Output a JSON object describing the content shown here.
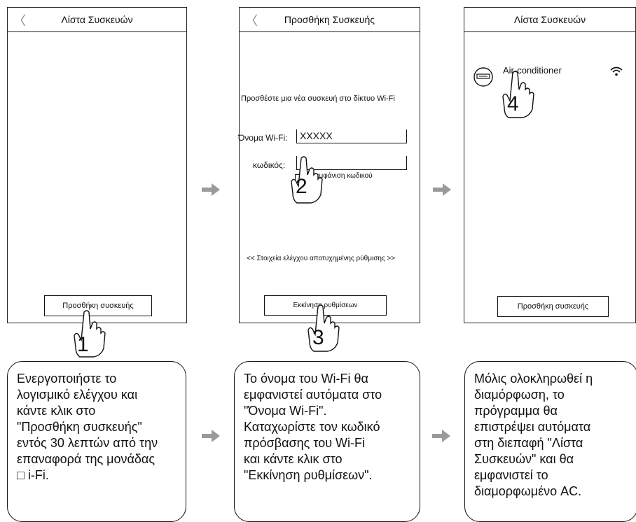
{
  "screen1": {
    "back_glyph": "〈",
    "title": "Λίστα Συσκευών",
    "add_button": "Προσθήκη συσκευής",
    "step": "1"
  },
  "screen2": {
    "back_glyph": "〈",
    "title": "Προσθήκη Συσκευής",
    "prompt": "Προσθέστε μια νέα συσκευή στο δίκτυο Wi-Fi",
    "wifi_label": "Όνομα Wi-Fi:",
    "wifi_value": "XXXXX",
    "password_label": "κωδικός:",
    "show_password_label": "εμφάνιση κωδικού",
    "failed_link": "<< Στοιχεία ελέγχου αποτυχημένης ρύθμισης >>",
    "start_button": "Εκκίνηση ρυθμίσεων",
    "step_pw": "2",
    "step_start": "3"
  },
  "screen3": {
    "title": "Λίστα Συσκευών",
    "device_name": "Air-conditioner",
    "add_button": "Προσθήκη συσκευής",
    "step": "4",
    "device_icon": "air-conditioner-icon",
    "status_icon": "wifi-icon"
  },
  "captions": [
    "Ενεργοποιήστε το\nλογισμικό ελέγχου και\nκάντε κλικ στο\n\"Προσθήκη συσκευής\"\nεντός 30 λεπτών από την\n επαναφορά της μονάδας\n□ i-Fi.",
    "Το όνομα του Wi-Fi θα\nεμφανιστεί αυτόματα στο\n\"Όνομα Wi-Fi\".\nΚαταχωρίστε τον κωδικό\nπρόσβασης του Wi-Fi\nκαι κάντε κλικ στο\n\"Εκκίνηση ρυθμίσεων\".",
    "Μόλις ολοκληρωθεί η\nδιαμόρφωση, το\nπρόγραμμα θα\nεπιστρέψει αυτόματα\nστη διεπαφή \"Λίστα\nΣυσκευών\" και θα\nεμφανιστεί το\nδιαμορφωμένο AC."
  ],
  "colors": {
    "arrow": "#9a9a9a",
    "line": "#222222"
  }
}
